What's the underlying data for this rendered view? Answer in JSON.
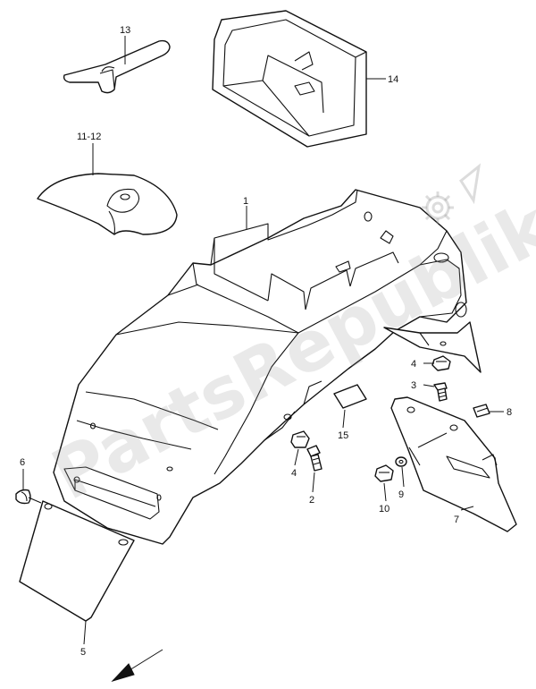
{
  "watermark": {
    "text": "PartsRepublik"
  },
  "callouts": {
    "c1": "1",
    "c2": "2",
    "c3": "3",
    "c4a": "4",
    "c4b": "4",
    "c5": "5",
    "c6": "6",
    "c7": "7",
    "c8": "8",
    "c9": "9",
    "c10": "10",
    "c11_12": "11-12",
    "c13": "13",
    "c14": "14",
    "c15": "15"
  }
}
